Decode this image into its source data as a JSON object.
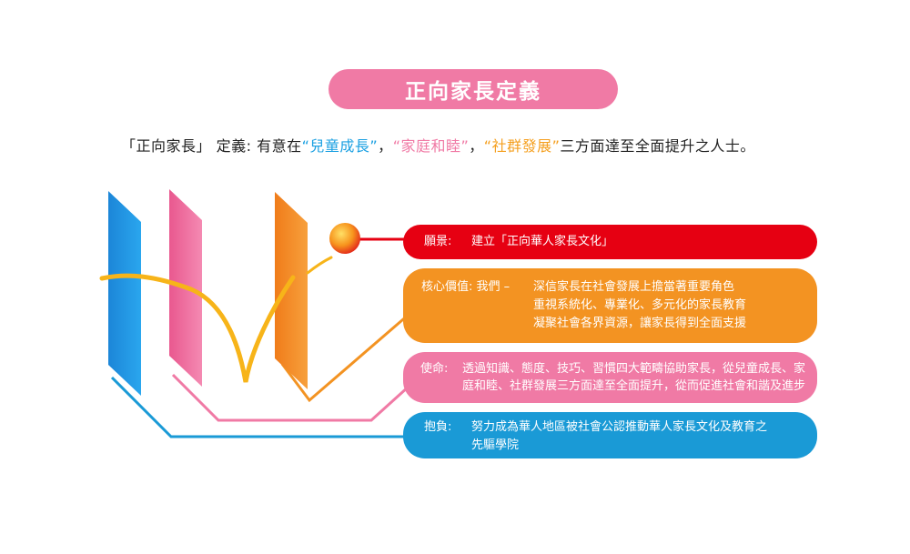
{
  "title": "正向家長定義",
  "definition": {
    "prefix": "「正向家長」 定義: 有意在",
    "term1": "“兒童成長”",
    "sep1": "，",
    "term2": "“家庭和睦”",
    "sep2": "，",
    "term3": "“社群發展”",
    "suffix": "三方面達至全面提升之人士。"
  },
  "colors": {
    "red": "#e60012",
    "orange": "#f39322",
    "pink": "#f07aa5",
    "blue": "#1a9ad6"
  },
  "boxes": {
    "vision": {
      "label": "願景:",
      "lines": [
        "建立「正向華人家長文化」"
      ]
    },
    "values": {
      "label": "核心價值: 我們 –",
      "lines": [
        "深信家長在社會發展上擔當著重要角色",
        "重視系統化、專業化、多元化的家長教育",
        "凝聚社會各界資源，讓家長得到全面支援"
      ]
    },
    "mission": {
      "label": "使命:",
      "lines": [
        "透過知識、態度、技巧、習慣四大範疇協助家長，從兒童成長、家",
        "庭和睦、社群發展三方面達至全面提升，從而促進社會和諧及進步"
      ]
    },
    "aspiration": {
      "label": "抱負:",
      "lines": [
        "努力成為華人地區被社會公認推動華人家長文化及教育之",
        "先驅學院"
      ]
    }
  }
}
